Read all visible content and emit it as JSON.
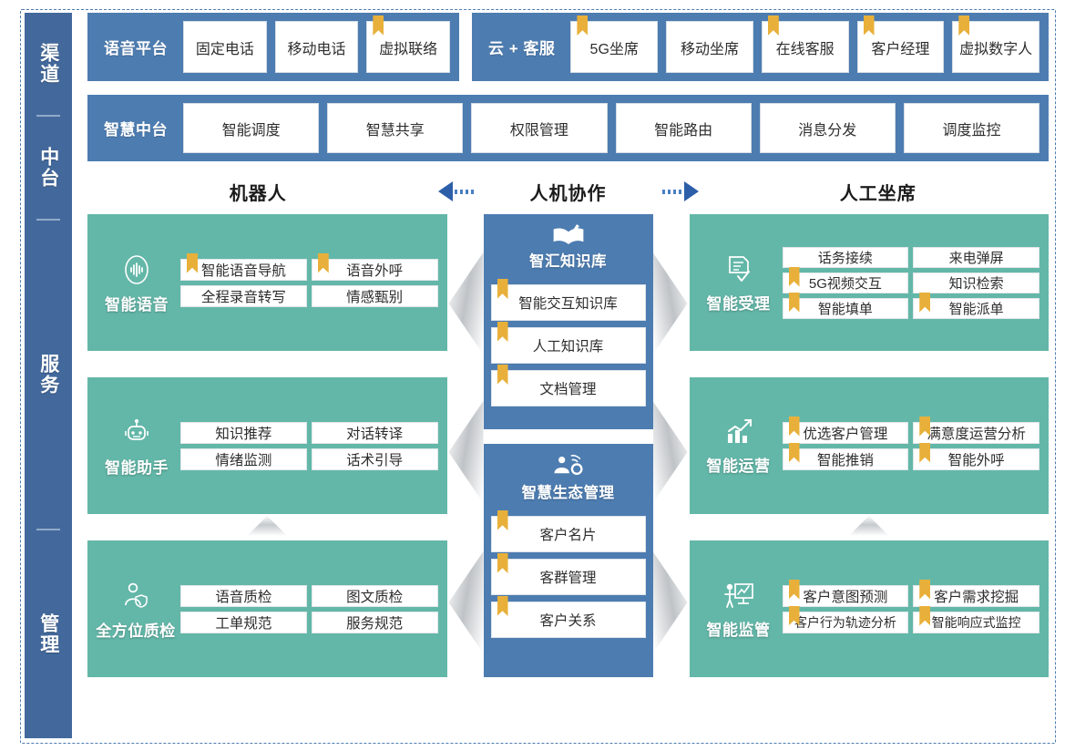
{
  "rail": {
    "segments": [
      {
        "label": "渠道",
        "name": "rail-channel"
      },
      {
        "label": "中台",
        "name": "rail-midplatform"
      },
      {
        "label": "服务",
        "name": "rail-service"
      },
      {
        "label": "管理",
        "name": "rail-management"
      }
    ]
  },
  "colors": {
    "blue": "#4d7cb0",
    "rail_blue": "#43699c",
    "teal": "#63b7a8",
    "flag_orange": "#e8b03a",
    "arrow_blue": "#2d5fa8",
    "chevron_grey": "#bfc3c7"
  },
  "channel": {
    "groups": [
      {
        "title": "语音平台",
        "items": [
          {
            "label": "固定电话",
            "flag": false
          },
          {
            "label": "移动电话",
            "flag": false
          },
          {
            "label": "虚拟联络",
            "flag": true
          }
        ]
      },
      {
        "title": "云 + 客服",
        "items": [
          {
            "label": "5G坐席",
            "flag": true
          },
          {
            "label": "移动坐席",
            "flag": false
          },
          {
            "label": "在线客服",
            "flag": true
          },
          {
            "label": "客户经理",
            "flag": true
          },
          {
            "label": "虚拟数字人",
            "flag": true
          }
        ]
      }
    ]
  },
  "midplatform": {
    "title": "智慧中台",
    "items": [
      {
        "label": "智能调度",
        "flag": false
      },
      {
        "label": "智慧共享",
        "flag": false
      },
      {
        "label": "权限管理",
        "flag": false
      },
      {
        "label": "智能路由",
        "flag": false
      },
      {
        "label": "消息分发",
        "flag": false
      },
      {
        "label": "调度监控",
        "flag": false
      }
    ]
  },
  "column_headers": {
    "left": "机器人",
    "center": "人机协作",
    "right": "人工坐席"
  },
  "left_column": [
    {
      "name": "smart-voice",
      "title": "智能语音",
      "icon": "voice-wave-icon",
      "layout": "2x2",
      "items": [
        {
          "label": "智能语音导航",
          "flag": true
        },
        {
          "label": "语音外呼",
          "flag": true
        },
        {
          "label": "全程录音转写",
          "flag": false
        },
        {
          "label": "情感甄别",
          "flag": false
        }
      ]
    },
    {
      "name": "smart-assistant",
      "title": "智能助手",
      "icon": "robot-icon",
      "layout": "2x2",
      "items": [
        {
          "label": "知识推荐",
          "flag": false
        },
        {
          "label": "对话转译",
          "flag": false
        },
        {
          "label": "情绪监测",
          "flag": false
        },
        {
          "label": "话术引导",
          "flag": false
        }
      ]
    },
    {
      "name": "full-quality-check",
      "title": "全方位质检",
      "icon": "person-shield-icon",
      "layout": "2x2",
      "items": [
        {
          "label": "语音质检",
          "flag": false
        },
        {
          "label": "图文质检",
          "flag": false
        },
        {
          "label": "工单规范",
          "flag": false
        },
        {
          "label": "服务规范",
          "flag": false
        }
      ]
    }
  ],
  "center_column": [
    {
      "name": "knowledge-base",
      "title": "智汇知识库",
      "icon": "book-pen-icon",
      "items": [
        {
          "label": "智能交互知识库",
          "flag": true
        },
        {
          "label": "人工知识库",
          "flag": true
        },
        {
          "label": "文档管理",
          "flag": true
        }
      ]
    },
    {
      "name": "eco-management",
      "title": "智慧生态管理",
      "icon": "person-network-icon",
      "items": [
        {
          "label": "客户名片",
          "flag": true
        },
        {
          "label": "客群管理",
          "flag": true
        },
        {
          "label": "客户关系",
          "flag": true
        }
      ]
    }
  ],
  "right_column": [
    {
      "name": "smart-acceptance",
      "title": "智能受理",
      "icon": "document-check-icon",
      "layout": "3x2",
      "items": [
        {
          "label": "话务接续",
          "flag": false
        },
        {
          "label": "来电弹屏",
          "flag": false
        },
        {
          "label": "5G视频交互",
          "flag": true
        },
        {
          "label": "知识检索",
          "flag": false
        },
        {
          "label": "智能填单",
          "flag": true
        },
        {
          "label": "智能派单",
          "flag": true
        }
      ]
    },
    {
      "name": "smart-operation",
      "title": "智能运营",
      "icon": "chart-trend-icon",
      "layout": "2x2",
      "items": [
        {
          "label": "优选客户管理",
          "flag": true
        },
        {
          "label": "满意度运营分析",
          "flag": true
        },
        {
          "label": "智能推销",
          "flag": true
        },
        {
          "label": "智能外呼",
          "flag": true
        }
      ]
    },
    {
      "name": "smart-supervision",
      "title": "智能监管",
      "icon": "presenter-board-icon",
      "layout": "2x2",
      "items": [
        {
          "label": "客户意图预测",
          "flag": true
        },
        {
          "label": "客户需求挖掘",
          "flag": true
        },
        {
          "label": "客户行为轨迹分析",
          "flag": true
        },
        {
          "label": "智能响应式监控",
          "flag": true
        }
      ]
    }
  ]
}
